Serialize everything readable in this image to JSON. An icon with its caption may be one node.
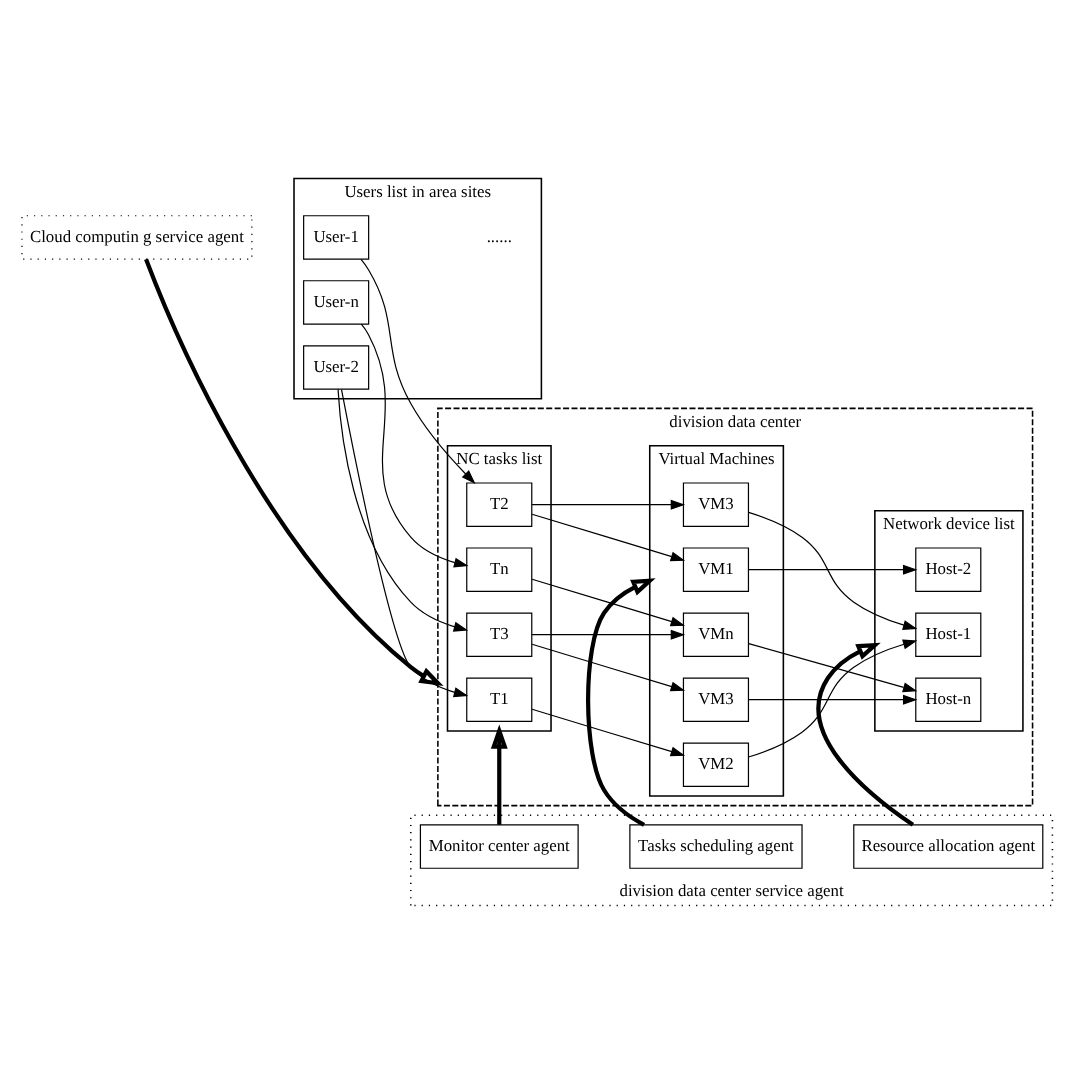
{
  "diagram": {
    "nodes": [
      {
        "text": [
          "Users list in area sites"
        ]
      },
      {
        "text": [
          "User-1"
        ],
        "in": 0
      },
      {
        "text": [
          "User-2"
        ],
        "in": 0
      },
      {
        "text": [
          "User-n"
        ],
        "in": 0
      },
      {
        "text": [
          "division data center"
        ]
      },
      {
        "text": [
          "NC tasks list"
        ],
        "in": 4
      },
      {
        "text": [
          "T1"
        ],
        "in": 5
      },
      {
        "text": [
          "T2"
        ],
        "in": 5
      },
      {
        "text": [
          "T3"
        ],
        "in": 5
      },
      {
        "text": [
          "Tn"
        ],
        "in": 5
      },
      {
        "text": [
          "Virtual Machines"
        ],
        "in": 4
      },
      {
        "text": [
          "VM1"
        ],
        "in": 10
      },
      {
        "text": [
          "VM2"
        ],
        "in": 10
      },
      {
        "text": [
          "VM3"
        ],
        "in": 10
      },
      {
        "text": [
          "VM3"
        ],
        "in": 10
      },
      {
        "text": [
          "VMn"
        ],
        "in": 10
      },
      {
        "text": [
          "Network device list"
        ],
        "in": 4
      },
      {
        "text": [
          "Host-1"
        ],
        "in": 16
      },
      {
        "text": [
          "Host-2"
        ],
        "in": 16
      },
      {
        "text": [
          "Host-n"
        ],
        "in": 16
      },
      {
        "text": [
          "Cloud computin g service agent"
        ]
      },
      {
        "text": [
          "division data center service agent"
        ]
      },
      {
        "text": [
          "Monitor center agent"
        ],
        "in": 21
      },
      {
        "text": [
          "Tasks scheduling agent"
        ],
        "in": 21
      },
      {
        "text": [
          "Resource allocation agent"
        ],
        "in": 21
      }
    ],
    "edges": [
      {
        "from": 1,
        "to": 7,
        "arrow": "to"
      },
      {
        "from": 2,
        "to": 6,
        "arrow": "to"
      },
      {
        "from": 2,
        "to": 8,
        "arrow": "to"
      },
      {
        "from": 3,
        "to": 9,
        "arrow": "to"
      },
      {
        "from": 6,
        "to": 12,
        "arrow": "to"
      },
      {
        "from": 7,
        "to": 11,
        "arrow": "to"
      },
      {
        "from": 7,
        "to": 13,
        "arrow": "to"
      },
      {
        "from": 8,
        "to": 14,
        "arrow": "to"
      },
      {
        "from": 8,
        "to": 15,
        "arrow": "to"
      },
      {
        "from": 9,
        "to": 15,
        "arrow": "to"
      },
      {
        "from": 11,
        "to": 18,
        "arrow": "to"
      },
      {
        "from": 12,
        "to": 17,
        "arrow": "to"
      },
      {
        "from": 13,
        "to": 17,
        "arrow": "to"
      },
      {
        "from": 14,
        "to": 19,
        "arrow": "to"
      },
      {
        "from": 15,
        "to": 19,
        "arrow": "to"
      },
      {
        "from": 20,
        "to": 4,
        "arrow": "to",
        "style": "thick"
      },
      {
        "from": 22,
        "to": 5,
        "arrow": "to",
        "style": "thick"
      },
      {
        "from": 23,
        "to": 10,
        "arrow": "to",
        "style": "thick"
      },
      {
        "from": 24,
        "to": 16,
        "arrow": "to",
        "style": "thick"
      }
    ],
    "labels": [
      "......"
    ]
  }
}
